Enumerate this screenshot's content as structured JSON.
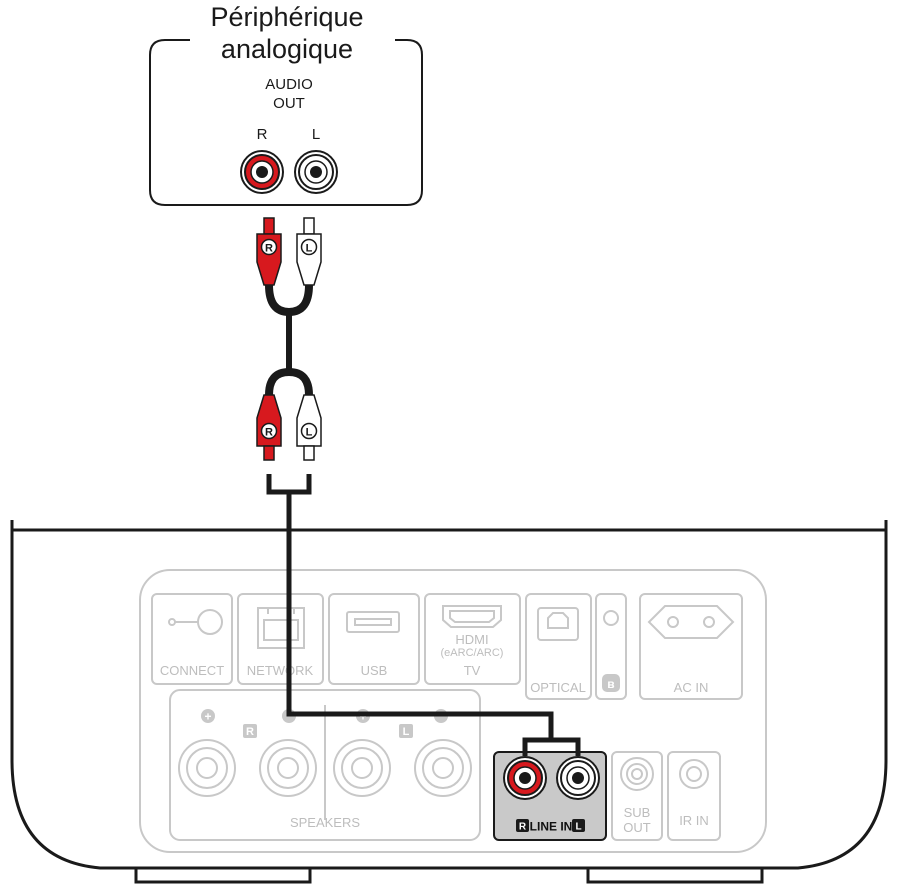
{
  "device": {
    "title_line1": "Périphérique",
    "title_line2": "analogique",
    "audio_line1": "AUDIO",
    "audio_line2": "OUT",
    "right_label": "R",
    "left_label": "L"
  },
  "cable": {
    "plug_right": "R",
    "plug_left": "L"
  },
  "panel": {
    "connect": "CONNECT",
    "network": "NETWORK",
    "usb": "USB",
    "hdmi_line1": "HDMI",
    "hdmi_line2": "(eARC/ARC)",
    "tv": "TV",
    "optical": "OPTICAL",
    "bluetooth_symbol": "ʙ",
    "ac_in": "AC IN",
    "speakers": "SPEAKERS",
    "speaker_r": "R",
    "speaker_l": "L",
    "linein_r": "R",
    "linein": "LINE IN",
    "linein_l": "L",
    "sub_line1": "SUB",
    "sub_line2": "OUT",
    "ir_in": "IR IN"
  },
  "colors": {
    "red": "#d7191e",
    "outline": "#1a1a1a",
    "faded": "#c8c8c8",
    "linein_bg": "#c9c9c9"
  }
}
